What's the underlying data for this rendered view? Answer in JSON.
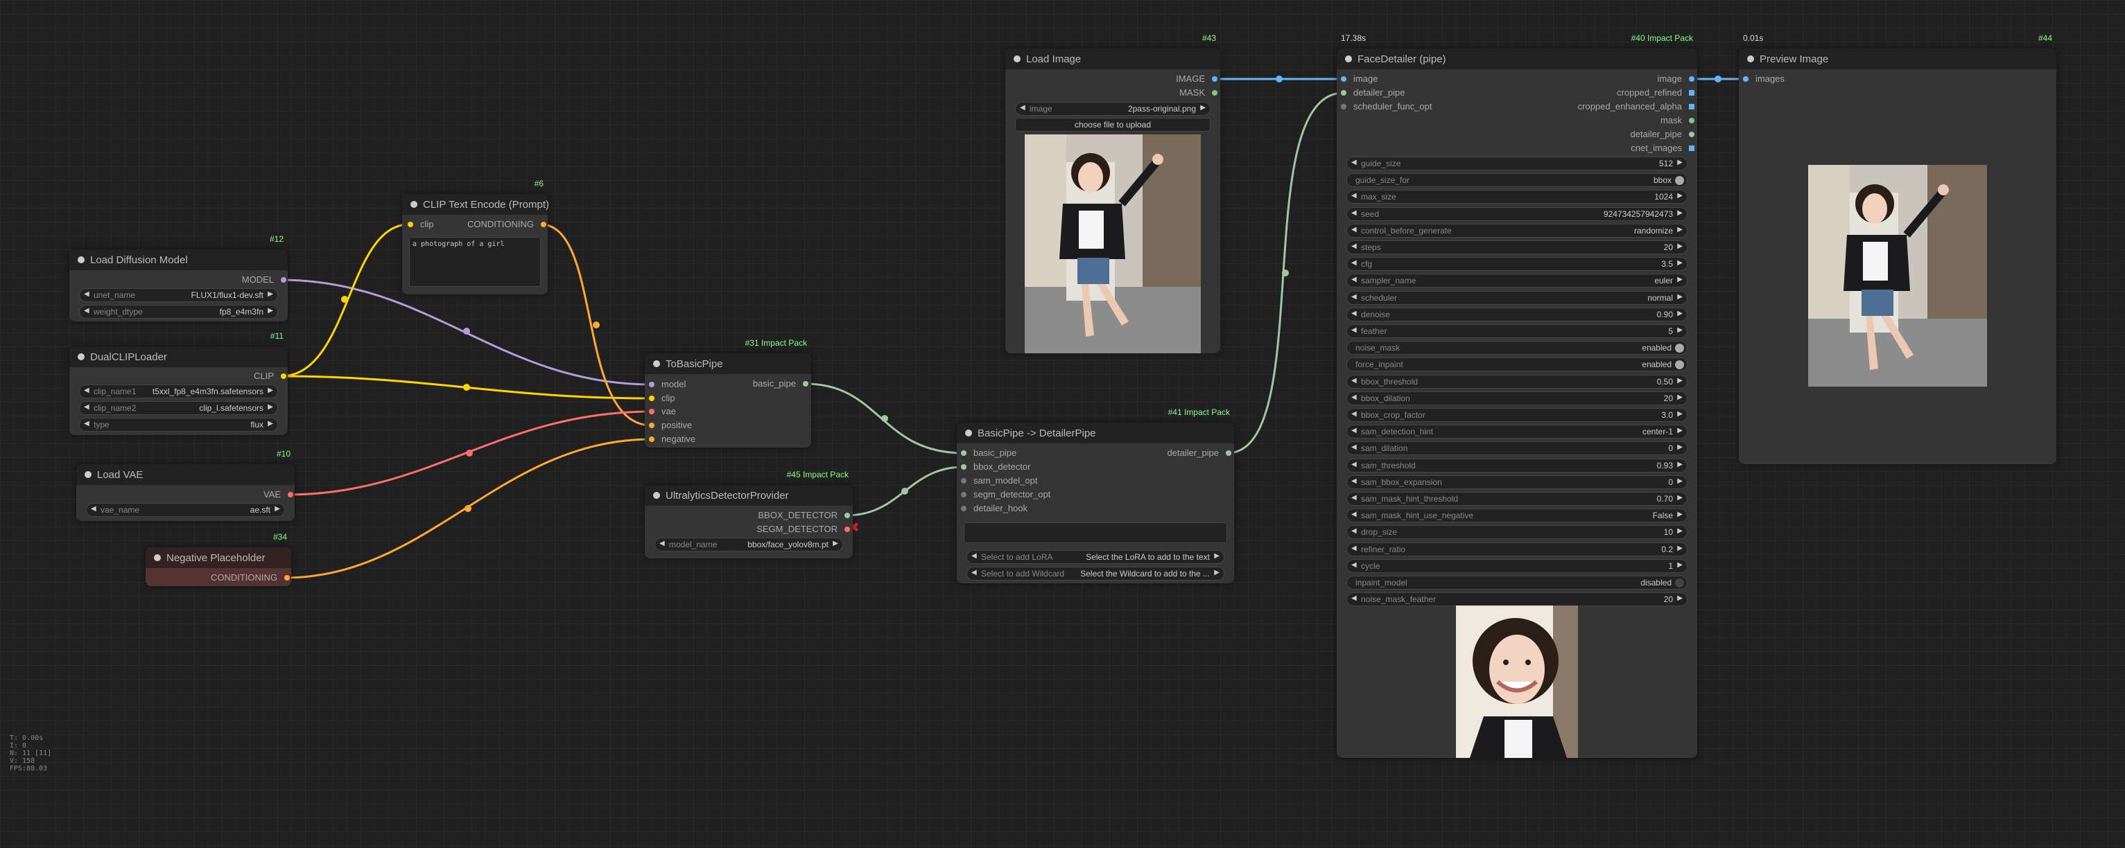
{
  "nodes": {
    "load_diffusion": {
      "title": "Load Diffusion Model",
      "id": "#12",
      "output": "MODEL",
      "unet_name_label": "unet_name",
      "unet_name_value": "FLUX1/flux1-dev.sft",
      "weight_dtype_label": "weight_dtype",
      "weight_dtype_value": "fp8_e4m3fn"
    },
    "clip_text": {
      "title": "CLIP Text Encode (Prompt)",
      "id": "#6",
      "input": "clip",
      "output": "CONDITIONING",
      "text": "a photograph of a girl"
    },
    "dual_clip": {
      "title": "DualCLIPLoader",
      "id": "#11",
      "output": "CLIP",
      "clip_name1_label": "clip_name1",
      "clip_name1_value": "t5xxl_fp8_e4m3fn.safetensors",
      "clip_name2_label": "clip_name2",
      "clip_name2_value": "clip_l.safetensors",
      "type_label": "type",
      "type_value": "flux"
    },
    "load_vae": {
      "title": "Load VAE",
      "id": "#10",
      "output": "VAE",
      "vae_name_label": "vae_name",
      "vae_name_value": "ae.sft"
    },
    "neg_placeholder": {
      "title": "Negative Placeholder",
      "id": "#34",
      "output": "CONDITIONING"
    },
    "to_basic_pipe": {
      "title": "ToBasicPipe",
      "id": "#31 Impact Pack",
      "inputs": [
        "model",
        "clip",
        "vae",
        "positive",
        "negative"
      ],
      "output": "basic_pipe"
    },
    "ultralytics": {
      "title": "UltralyticsDetectorProvider",
      "id": "#45 Impact Pack",
      "output1": "BBOX_DETECTOR",
      "output2": "SEGM_DETECTOR",
      "model_name_label": "model_name",
      "model_name_value": "bbox/face_yolov8m.pt"
    },
    "basicpipe_detailer": {
      "title": "BasicPipe -> DetailerPipe",
      "id": "#41 Impact Pack",
      "inputs": [
        "basic_pipe",
        "bbox_detector",
        "sam_model_opt",
        "segm_detector_opt",
        "detailer_hook"
      ],
      "output": "detailer_pipe",
      "lora_label": "Select to add LoRA",
      "lora_value": "Select the LoRA to add to the text",
      "wildcard_label": "Select to add Wildcard",
      "wildcard_value": "Select the Wildcard to add to the ..."
    },
    "load_image": {
      "title": "Load Image",
      "id": "#43",
      "output1": "IMAGE",
      "output2": "MASK",
      "image_label": "image",
      "image_value": "2pass-original.png",
      "upload_label": "choose file to upload"
    },
    "face_detailer": {
      "title": "FaceDetailer (pipe)",
      "id": "#40 Impact Pack",
      "time": "17.38s",
      "inputs": [
        "image",
        "detailer_pipe",
        "scheduler_func_opt"
      ],
      "outputs": [
        "image",
        "cropped_refined",
        "cropped_enhanced_alpha",
        "mask",
        "detailer_pipe",
        "cnet_images"
      ],
      "widgets": [
        {
          "label": "guide_size",
          "value": "512",
          "kind": "num"
        },
        {
          "label": "guide_size_for",
          "value": "bbox",
          "kind": "toggle",
          "on": true
        },
        {
          "label": "max_size",
          "value": "1024",
          "kind": "num"
        },
        {
          "label": "seed",
          "value": "924734257942473",
          "kind": "num"
        },
        {
          "label": "control_before_generate",
          "value": "randomize",
          "kind": "num"
        },
        {
          "label": "steps",
          "value": "20",
          "kind": "num"
        },
        {
          "label": "cfg",
          "value": "3.5",
          "kind": "num"
        },
        {
          "label": "sampler_name",
          "value": "euler",
          "kind": "num"
        },
        {
          "label": "scheduler",
          "value": "normal",
          "kind": "num"
        },
        {
          "label": "denoise",
          "value": "0.90",
          "kind": "num"
        },
        {
          "label": "feather",
          "value": "5",
          "kind": "num"
        },
        {
          "label": "noise_mask",
          "value": "enabled",
          "kind": "toggle",
          "on": true
        },
        {
          "label": "force_inpaint",
          "value": "enabled",
          "kind": "toggle",
          "on": true
        },
        {
          "label": "bbox_threshold",
          "value": "0.50",
          "kind": "num"
        },
        {
          "label": "bbox_dilation",
          "value": "20",
          "kind": "num"
        },
        {
          "label": "bbox_crop_factor",
          "value": "3.0",
          "kind": "num"
        },
        {
          "label": "sam_detection_hint",
          "value": "center-1",
          "kind": "num"
        },
        {
          "label": "sam_dilation",
          "value": "0",
          "kind": "num"
        },
        {
          "label": "sam_threshold",
          "value": "0.93",
          "kind": "num"
        },
        {
          "label": "sam_bbox_expansion",
          "value": "0",
          "kind": "num"
        },
        {
          "label": "sam_mask_hint_threshold",
          "value": "0.70",
          "kind": "num"
        },
        {
          "label": "sam_mask_hint_use_negative",
          "value": "False",
          "kind": "num"
        },
        {
          "label": "drop_size",
          "value": "10",
          "kind": "num"
        },
        {
          "label": "refiner_ratio",
          "value": "0.2",
          "kind": "num"
        },
        {
          "label": "cycle",
          "value": "1",
          "kind": "num"
        },
        {
          "label": "inpaint_model",
          "value": "disabled",
          "kind": "toggle",
          "on": false
        },
        {
          "label": "noise_mask_feather",
          "value": "20",
          "kind": "num"
        }
      ]
    },
    "preview": {
      "title": "Preview Image",
      "id": "#44",
      "time": "0.01s",
      "input": "images"
    }
  },
  "stats": [
    "T: 0.00s",
    "I: 0",
    "N: 11 [11]",
    "V: 158",
    "FPS:88.03"
  ],
  "colors": {
    "model": "#b39ddb",
    "clip": "#ffd500",
    "conditioning": "#ffa931",
    "vae": "#ff6e6e",
    "image": "#64b5f6",
    "pipe": "#a0c8a0",
    "mask": "#81c784"
  }
}
